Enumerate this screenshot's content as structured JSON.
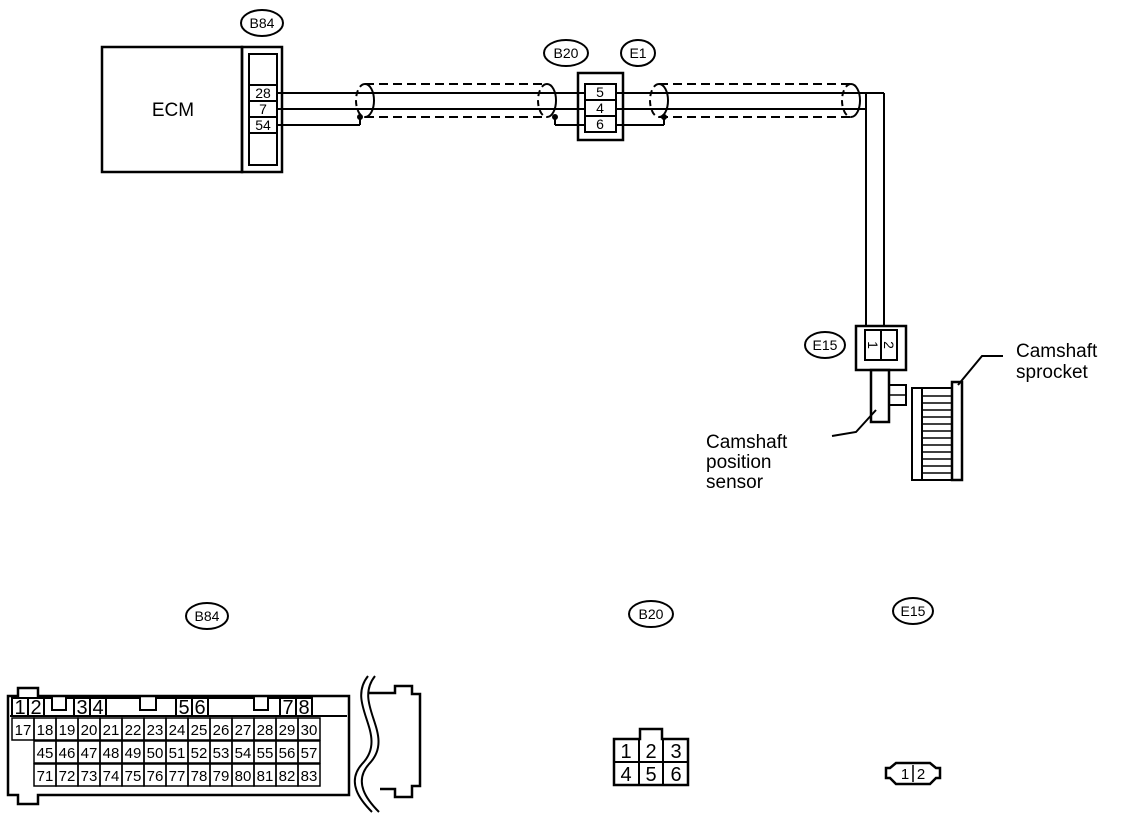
{
  "ecm": {
    "label": "ECM",
    "connector": "B84",
    "pins": [
      "28",
      "7",
      "54"
    ]
  },
  "joint": {
    "left_connector": "B20",
    "right_connector": "E1",
    "pins": [
      "5",
      "4",
      "6"
    ]
  },
  "sensor": {
    "connector": "E15",
    "pins": [
      "1",
      "2"
    ],
    "label_lines": [
      "Camshaft",
      "position",
      "sensor"
    ]
  },
  "sprocket": {
    "label_lines": [
      "Camshaft",
      "sprocket"
    ]
  },
  "connector_views": {
    "b84": {
      "tag": "B84",
      "row1": [
        "1",
        "2",
        "3",
        "4",
        "5",
        "6",
        "7",
        "8"
      ],
      "row2": [
        "17",
        "18",
        "19",
        "20",
        "21",
        "22",
        "23",
        "24",
        "25",
        "26",
        "27",
        "28",
        "29",
        "30"
      ],
      "row3": [
        "45",
        "46",
        "47",
        "48",
        "49",
        "50",
        "51",
        "52",
        "53",
        "54",
        "55",
        "56",
        "57"
      ],
      "row4": [
        "71",
        "72",
        "73",
        "74",
        "75",
        "76",
        "77",
        "78",
        "79",
        "80",
        "81",
        "82",
        "83"
      ]
    },
    "b20": {
      "tag": "B20",
      "row1": [
        "1",
        "2",
        "3"
      ],
      "row2": [
        "4",
        "5",
        "6"
      ]
    },
    "e15": {
      "tag": "E15",
      "pins": [
        "1",
        "2"
      ]
    }
  }
}
